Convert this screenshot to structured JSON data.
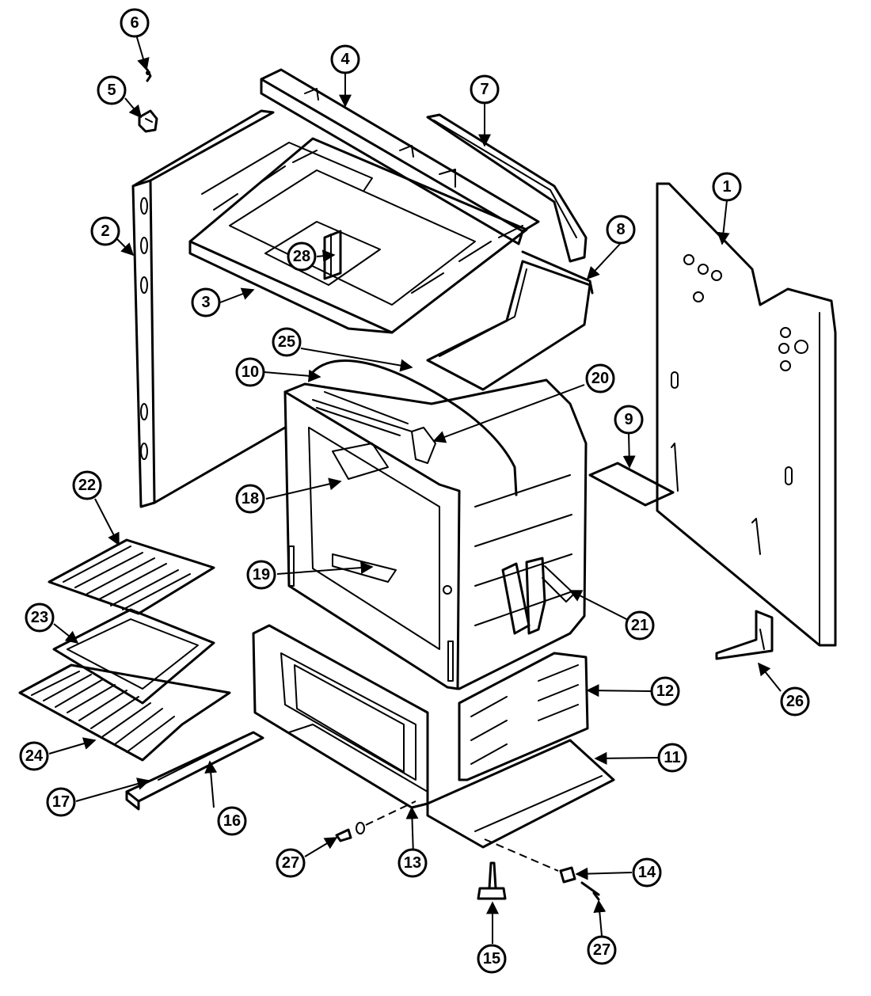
{
  "callouts": {
    "c1": "1",
    "c2": "2",
    "c3": "3",
    "c4": "4",
    "c5": "5",
    "c6": "6",
    "c7": "7",
    "c8": "8",
    "c9": "9",
    "c10": "10",
    "c11": "11",
    "c12": "12",
    "c13": "13",
    "c14": "14",
    "c15": "15",
    "c16": "16",
    "c17": "17",
    "c18": "18",
    "c19": "19",
    "c20": "20",
    "c21": "21",
    "c22": "22",
    "c23": "23",
    "c24": "24",
    "c25": "25",
    "c26": "26",
    "c27a": "27",
    "c27b": "27",
    "c28": "28"
  }
}
